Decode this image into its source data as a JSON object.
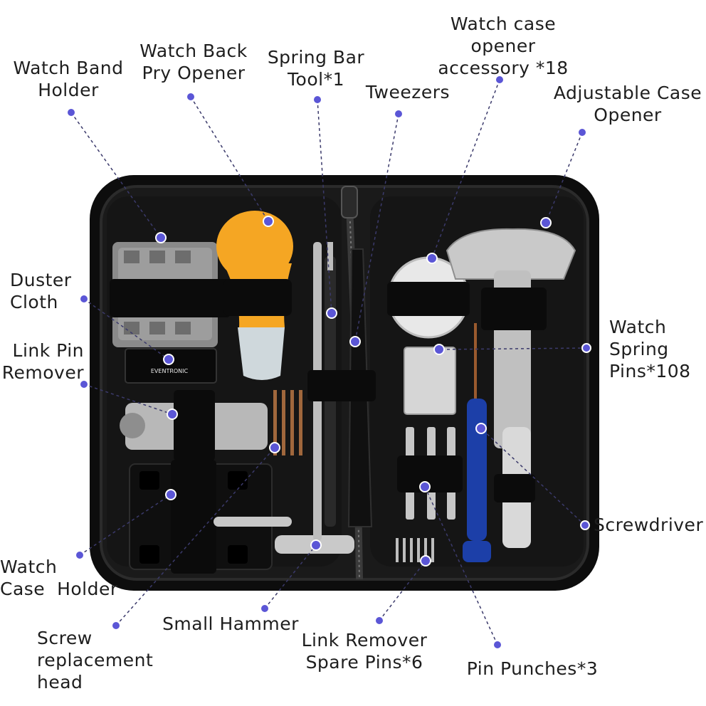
{
  "brand": "EVENTRONIC",
  "colors": {
    "annotation_dot": "#5b56d6",
    "leader_line": "#3b3a6b",
    "case": "#111111",
    "pry_opener": "#f5a623",
    "screwdriver": "#1c3fa8"
  },
  "callouts": [
    {
      "id": "watch-band-holder",
      "text": "Watch Band\nHolder"
    },
    {
      "id": "watch-back-pry-opener",
      "text": "Watch Back\nPry Opener"
    },
    {
      "id": "spring-bar-tool",
      "text": "Spring Bar\nTool*1"
    },
    {
      "id": "tweezers",
      "text": "Tweezers"
    },
    {
      "id": "watch-case-opener-accessory",
      "text": "Watch case\nopener\naccessory *18"
    },
    {
      "id": "adjustable-case-opener",
      "text": "Adjustable Case\nOpener"
    },
    {
      "id": "duster-cloth",
      "text": "Duster\nCloth"
    },
    {
      "id": "link-pin-remover",
      "text": "Link Pin\nRemover"
    },
    {
      "id": "watch-spring-pins",
      "text": "Watch\nSpring\nPins*108"
    },
    {
      "id": "screwdriver",
      "text": "Screwdriver"
    },
    {
      "id": "watch-case-holder",
      "text": "Watch\nCase  Holder"
    },
    {
      "id": "screw-replacement-head",
      "text": "Screw\nreplacement\nhead"
    },
    {
      "id": "small-hammer",
      "text": "Small Hammer"
    },
    {
      "id": "link-remover-spare-pins",
      "text": "Link Remover\nSpare Pins*6"
    },
    {
      "id": "pin-punches",
      "text": "Pin Punches*3"
    }
  ]
}
